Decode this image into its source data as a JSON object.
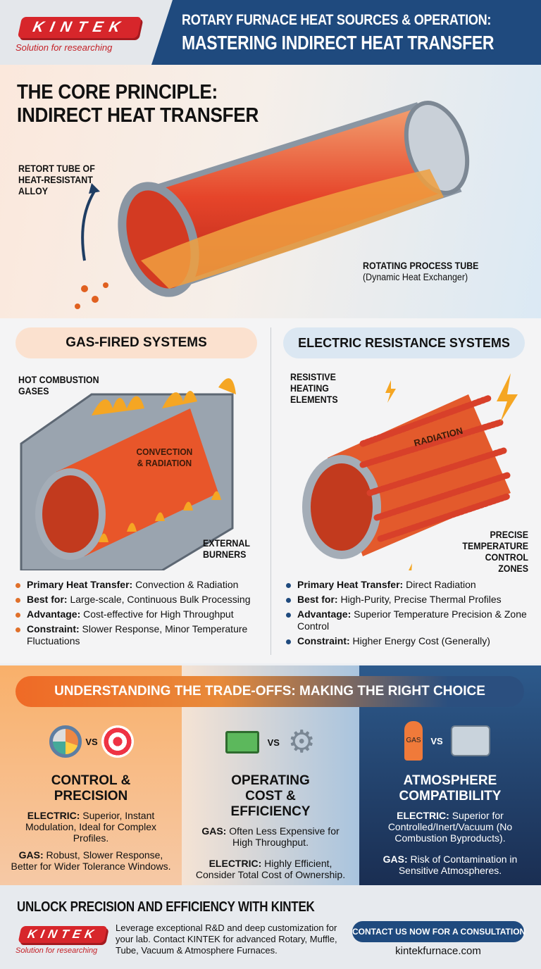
{
  "header": {
    "logo_text": "KINTEK",
    "tagline": "Solution for researching",
    "title_line1": "ROTARY FURNACE HEAT SOURCES & OPERATION:",
    "title_line2": "MASTERING INDIRECT HEAT TRANSFER"
  },
  "core": {
    "title_line1": "THE CORE PRINCIPLE:",
    "title_line2": "INDIRECT HEAT TRANSFER",
    "label_retort": "RETORT TUBE OF HEAT-RESISTANT ALLOY",
    "label_rotating": "ROTATING PROCESS TUBE",
    "label_rotating_sub": "(Dynamic Heat Exchanger)"
  },
  "gas": {
    "heading": "GAS-FIRED SYSTEMS",
    "label_gases": "HOT COMBUSTION GASES",
    "label_center": "CONVECTION & RADIATION",
    "label_burners": "EXTERNAL BURNERS",
    "bullets": [
      {
        "k": "Primary Heat Transfer:",
        "v": " Convection & Radiation"
      },
      {
        "k": "Best for:",
        "v": " Large-scale, Continuous Bulk Processing"
      },
      {
        "k": "Advantage:",
        "v": " Cost-effective for High Throughput"
      },
      {
        "k": "Constraint:",
        "v": " Slower Response, Minor Temperature Fluctuations"
      }
    ]
  },
  "electric": {
    "heading": "ELECTRIC RESISTANCE SYSTEMS",
    "label_elements": "RESISTIVE HEATING ELEMENTS",
    "label_center": "RADIATION",
    "label_zones": "PRECISE TEMPERATURE CONTROL ZONES",
    "bullets": [
      {
        "k": "Primary Heat Transfer:",
        "v": " Direct Radiation"
      },
      {
        "k": "Best for:",
        "v": " High-Purity, Precise Thermal Profiles"
      },
      {
        "k": "Advantage:",
        "v": " Superior Temperature Precision & Zone Control"
      },
      {
        "k": "Constraint:",
        "v": " Higher Energy Cost (Generally)"
      }
    ]
  },
  "tradeoffs": {
    "banner": "UNDERSTANDING THE TRADE-OFFS: MAKING THE RIGHT CHOICE",
    "vs": "VS",
    "columns": [
      {
        "title": "CONTROL & PRECISION",
        "icons": [
          "gauge-icon",
          "target-icon"
        ],
        "p1k": "ELECTRIC:",
        "p1v": " Superior, Instant Modulation, Ideal for Complex Profiles.",
        "p2k": "GAS:",
        "p2v": " Robust, Slower Response, Better for Wider Tolerance Windows."
      },
      {
        "title": "OPERATING COST & EFFICIENCY",
        "icons": [
          "money-icon",
          "gear-wrench-icon"
        ],
        "p1k": "GAS:",
        "p1v": " Often Less Expensive for High Throughput.",
        "p2k": "ELECTRIC:",
        "p2v": " Highly Efficient, Consider Total Cost of Ownership."
      },
      {
        "title": "ATMOSPHERE COMPATIBILITY",
        "icons": [
          "gas-cylinder-icon",
          "vacuum-pump-icon"
        ],
        "gas_label": "GAS",
        "p1k": "ELECTRIC:",
        "p1v": " Superior for Controlled/Inert/Vacuum (No Combustion Byproducts).",
        "p2k": "GAS:",
        "p2v": " Risk of Contamination in Sensitive Atmospheres."
      }
    ]
  },
  "footer": {
    "heading": "UNLOCK PRECISION AND EFFICIENCY WITH KINTEK",
    "logo_text": "KINTEK",
    "tagline": "Solution for researching",
    "body": "Leverage exceptional R&D and deep customization for your lab. Contact KINTEK for advanced Rotary, Muffle, Tube, Vacuum & Atmosphere Furnaces.",
    "cta": "CONTACT US NOW FOR A CONSULTATION",
    "website": "kintekfurnace.com"
  },
  "colors": {
    "navy": "#1f4a7e",
    "brand_red": "#d7262b",
    "orange": "#e0702a"
  }
}
